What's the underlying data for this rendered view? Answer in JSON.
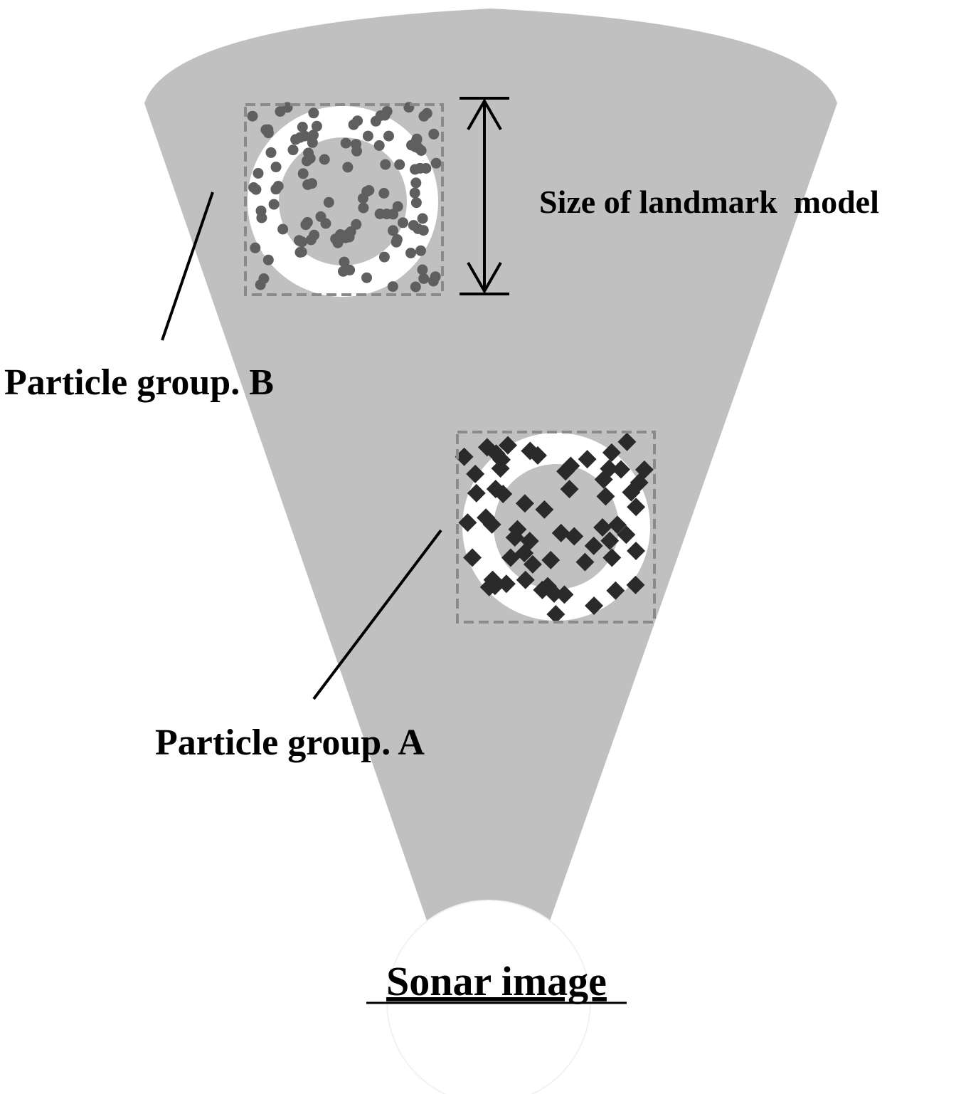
{
  "labels": {
    "size_of_landmark_model": "Size of landmark  model",
    "particle_group_b": "Particle group. B",
    "particle_group_a": "Particle group. A",
    "sonar_image": "Sonar image"
  },
  "colors": {
    "sonar_fan": "#c0c0c0",
    "landmark_ring": "#ffffff",
    "group_b_particles": "#5f5f5f",
    "group_a_particles": "#2a2a2a",
    "box_outline": "#8a8a8a",
    "text": "#000000"
  },
  "particle_groups": [
    {
      "name": "B",
      "marker": "circle"
    },
    {
      "name": "A",
      "marker": "diamond"
    }
  ]
}
